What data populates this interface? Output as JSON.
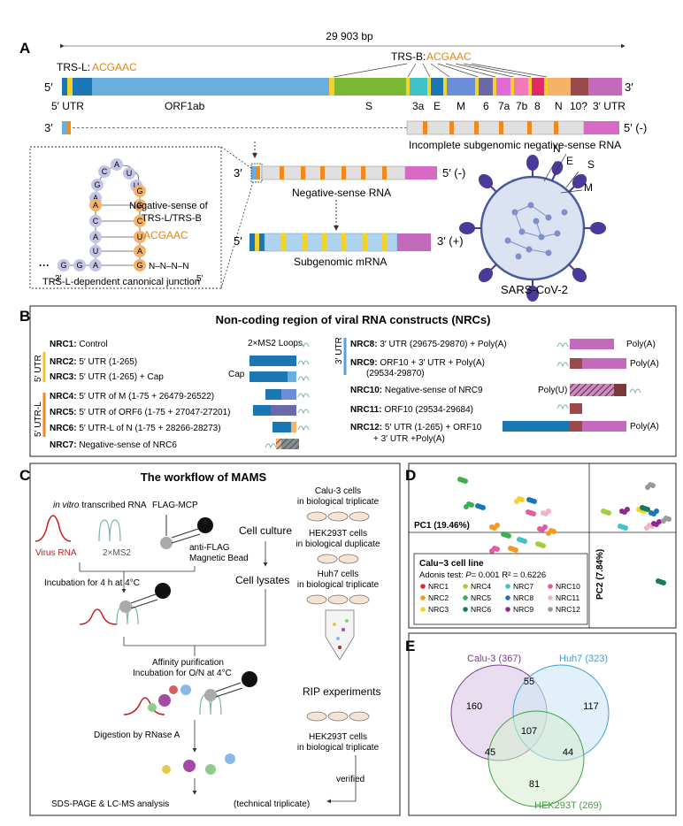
{
  "panels": {
    "a": "A",
    "b": "B",
    "c": "C",
    "d": "D",
    "e": "E"
  },
  "panel_a": {
    "genome_length": "29 903 bp",
    "trs_l_label": "TRS-L:",
    "trs_b_label": "TRS-B:",
    "trs_seq": "ACGAAC",
    "five_prime": "5′",
    "three_prime": "3′",
    "genes": [
      "5′ UTR",
      "ORF1ab",
      "S",
      "3a",
      "E",
      "M",
      "6",
      "7a",
      "7b",
      "8",
      "N",
      "10?",
      "3′ UTR"
    ],
    "neg_strand_suffix": "5′ (-)",
    "pos_strand_suffix": "3′ (+)",
    "incomplete_label": "Incomplete subgenomic negative-sense RNA",
    "neg_rna_label": "Negative-sense RNA",
    "subgenomic_label": "Subgenomic mRNA",
    "hairpin_bases": [
      "A",
      "U",
      "U",
      "G",
      "G",
      "C",
      "U",
      "A",
      "A",
      "C",
      "A",
      "G",
      "U",
      "A",
      "G",
      "C",
      "G",
      "A",
      "G"
    ],
    "junction_seq": "N‒N‒N‒N",
    "ellipsis": "···",
    "neg_sense_caption_1": "Negative-sense of",
    "neg_sense_caption_2": "TRS-L/TRS-B",
    "junction_caption": "TRS-L-dependent canonical junction",
    "virus_labels": [
      "N",
      "E",
      "S",
      "M"
    ],
    "virus_name": "SARS-CoV-2"
  },
  "panel_b": {
    "title": "Non-coding region of viral RNA constructs (NRCs)",
    "group_labels": [
      "5′ UTR",
      "5′ UTR-L",
      "3′ UTR"
    ],
    "loops_label": "2×MS2 Loops",
    "cap_label": "Cap",
    "polya_label": "Poly(A)",
    "polyu_label": "Poly(U)",
    "left": [
      {
        "id": "NRC1:",
        "desc": " Control"
      },
      {
        "id": "NRC2:",
        "desc": " 5′ UTR (1-265)"
      },
      {
        "id": "NRC3:",
        "desc": " 5′ UTR (1-265) + Cap"
      },
      {
        "id": "NRC4:",
        "desc": " 5′ UTR of M (1-75 + 26479-26522)"
      },
      {
        "id": "NRC5:",
        "desc": " 5′ UTR of ORF6 (1-75 + 27047-27201)"
      },
      {
        "id": "NRC6:",
        "desc": " 5′ UTR-L of N (1-75 + 28266-28273)"
      },
      {
        "id": "NRC7:",
        "desc": " Negative-sense of NRC6"
      }
    ],
    "right": [
      {
        "id": "NRC8:",
        "desc": " 3′ UTR (29675-29870) + Poly(A)"
      },
      {
        "id": "NRC9:",
        "desc": " ORF10 + 3′ UTR + Poly(A)",
        "desc2": "(29534-29870)"
      },
      {
        "id": "NRC10:",
        "desc": " Negative-sense of NRC9"
      },
      {
        "id": "NRC11:",
        "desc": " ORF10 (29534-29684)"
      },
      {
        "id": "NRC12:",
        "desc": " 5′ UTR (1-265) + ORF10",
        "desc2": "+ 3′ UTR +Poly(A)"
      }
    ]
  },
  "panel_c": {
    "title": "The workflow of MAMS",
    "invitro_italic": "in vitro",
    "invitro_rest": " transcribed RNA",
    "virus_rna": "Virus RNA",
    "ms2": "2×MS2",
    "flag_mcp": "FLAG-MCP",
    "anti_flag_1": "anti-FLAG",
    "anti_flag_2": "Magnetic Bead",
    "incubation_4h": "Incubation for 4 h at 4°C",
    "cell_culture": "Cell culture",
    "cell_lysates": "Cell lysates",
    "affinity_1": "Affinity purification",
    "affinity_2": "Incubation for O/N at 4°C",
    "digestion": "Digestion by RNase A",
    "sds": "SDS-PAGE & LC-MS analysis",
    "technical": "(technical triplicate)",
    "calu_1": "Calu-3 cells",
    "calu_2": "in biological triplicate",
    "hek_1": "HEK293T cells",
    "hek_2": "in biological duplicate",
    "huh_1": "Huh7 cells",
    "huh_2": "in biological triplicate",
    "rip": "RIP experiments",
    "hek_rip_1": "HEK293T cells",
    "hek_rip_2": "in biological triplicate",
    "verified": "verified"
  },
  "panel_d": {
    "pc1": "PC1 (19.46%)",
    "pc2": "PC2 (7.84%)",
    "legend_title": "Calu−3 cell line",
    "adonis_1": "Adonis test: ",
    "adonis_p": "P",
    "adonis_2": "= 0.001 R² = 0.6226",
    "legend": [
      {
        "name": "NRC1",
        "color": "#e02a2a"
      },
      {
        "name": "NRC4",
        "color": "#a5cc3a"
      },
      {
        "name": "NRC7",
        "color": "#3fc3c8"
      },
      {
        "name": "NRC10",
        "color": "#e35a9e"
      },
      {
        "name": "NRC2",
        "color": "#f09a23"
      },
      {
        "name": "NRC5",
        "color": "#39b24a"
      },
      {
        "name": "NRC8",
        "color": "#1b77b4"
      },
      {
        "name": "NRC11",
        "color": "#f3b1c8"
      },
      {
        "name": "NRC3",
        "color": "#f4d22c"
      },
      {
        "name": "NRC6",
        "color": "#157a5a"
      },
      {
        "name": "NRC9",
        "color": "#8e2a8e"
      },
      {
        "name": "NRC12",
        "color": "#9a9a9a"
      }
    ]
  },
  "panel_e": {
    "sets": [
      {
        "name": "Calu-3 (367)",
        "color": "#7a3a8a"
      },
      {
        "name": "Huh7 (323)",
        "color": "#3a9fd8"
      },
      {
        "name": "HEK293T (269)",
        "color": "#3aa33a"
      }
    ],
    "counts": {
      "calu_only": "160",
      "calu_huh": "55",
      "huh_only": "117",
      "all": "107",
      "calu_hek": "45",
      "huh_hek": "44",
      "hek_only": "81"
    }
  }
}
